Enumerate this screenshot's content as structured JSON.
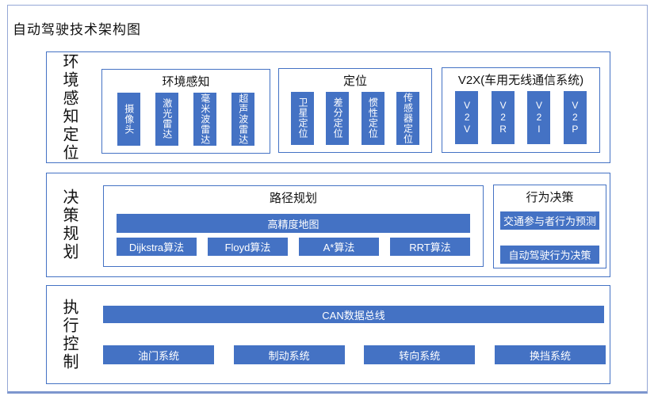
{
  "title": "自动驾驶技术架构图",
  "colors": {
    "accent_blue": "#4472c4",
    "frame_border": "#94a7d6",
    "box_text": "#ffffff",
    "label_text": "#111111"
  },
  "sections": [
    {
      "label": "环境感知定位",
      "groups": [
        {
          "title": "环境感知",
          "items": [
            "摄像头",
            "激光雷达",
            "毫米波雷达",
            "超声波雷达"
          ]
        },
        {
          "title": "定位",
          "items": [
            "卫星定位",
            "差分定位",
            "惯性定位",
            "传感器定位"
          ]
        },
        {
          "title": "V2X(车用无线通信系统)",
          "items": [
            "V2V",
            "V2R",
            "V2I",
            "V2P"
          ]
        }
      ]
    },
    {
      "label": "决策规划",
      "groups": [
        {
          "title": "路径规划",
          "bar": "高精度地图",
          "items": [
            "Dijkstra算法",
            "Floyd算法",
            "A*算法",
            "RRT算法"
          ]
        },
        {
          "title": "行为决策",
          "items": [
            "交通参与者行为预测",
            "自动驾驶行为决策"
          ]
        }
      ]
    },
    {
      "label": "执行控制",
      "bar": "CAN数据总线",
      "items": [
        "油门系统",
        "制动系统",
        "转向系统",
        "换挡系统"
      ]
    }
  ]
}
